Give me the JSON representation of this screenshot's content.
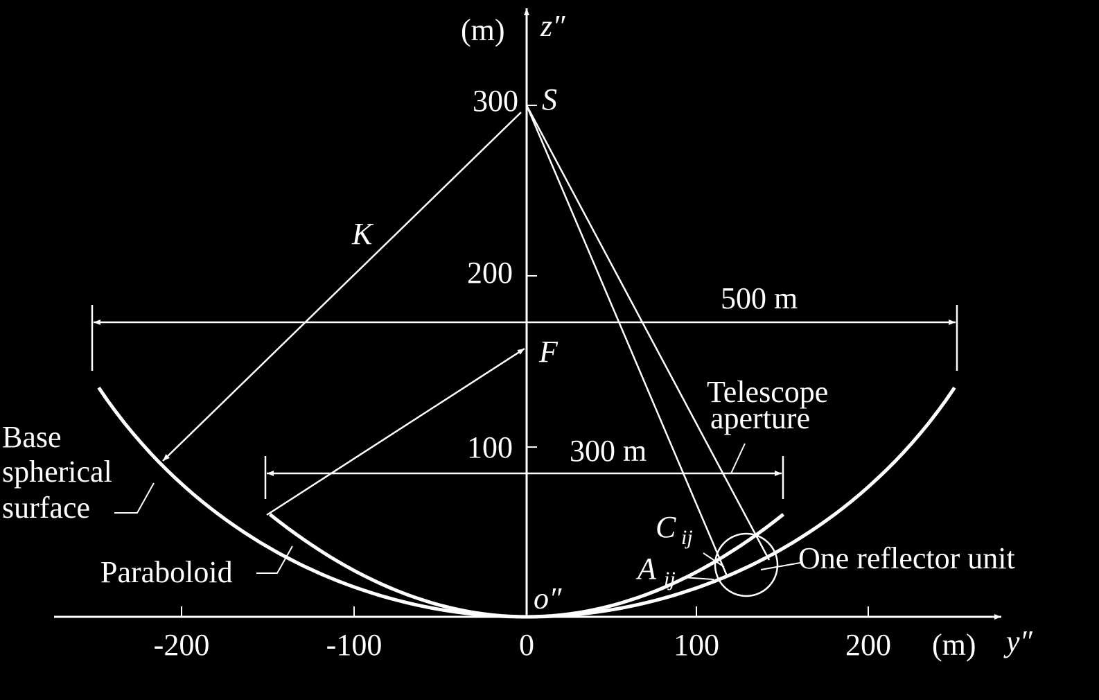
{
  "axes": {
    "z_label": "z″",
    "z_unit": "(m)",
    "y_label": "y″",
    "y_unit": "(m)",
    "origin_label": "o″",
    "y_ticks": [
      "-200",
      "-100",
      "0",
      "100",
      "200"
    ],
    "z_ticks": [
      "100",
      "200",
      "300"
    ]
  },
  "points": {
    "S": "S",
    "F": "F",
    "K": "K",
    "C": "C",
    "C_sub": "ij",
    "A": "A",
    "A_sub": "ij"
  },
  "dimensions": {
    "outer": "500 m",
    "inner": "300 m"
  },
  "labels": {
    "base_line1": "Base",
    "base_line2": "spherical",
    "base_line3": "surface",
    "paraboloid": "Paraboloid",
    "telescope_line1": "Telescope",
    "telescope_line2": "aperture",
    "reflector_unit": "One reflector unit"
  },
  "geometry": {
    "sphere_radius_m": 300,
    "sphere_half_span_m": 250,
    "paraboloid_half_span_m": 150
  },
  "colors": {
    "background": "#000000",
    "foreground": "#ffffff"
  }
}
